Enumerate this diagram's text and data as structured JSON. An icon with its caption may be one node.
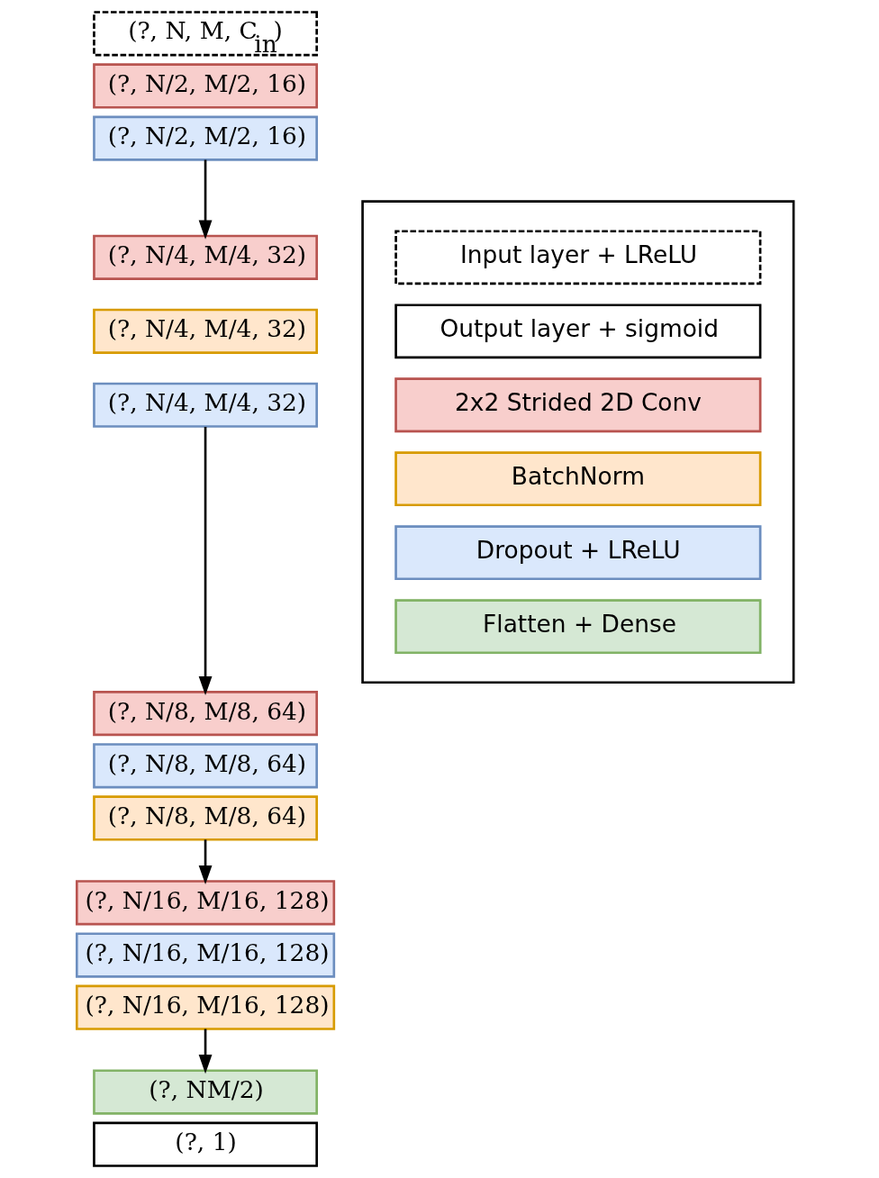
{
  "diagram": {
    "nodes": [
      {
        "text": [
          "(?, N, M, C$_{in}$)"
        ]
      },
      {
        "text": [
          "(?, N/2, M/2, 16)"
        ]
      },
      {
        "text": [
          "(?, N/2, M/2, 16)"
        ]
      },
      {
        "text": [
          "(?, N/4, M/4, 32)"
        ]
      },
      {
        "text": [
          "(?, N/4, M/4, 32)"
        ]
      },
      {
        "text": [
          "(?, N/4, M/4, 32)"
        ]
      },
      {
        "text": [
          "(?, N/8, M/8, 64)"
        ]
      },
      {
        "text": [
          "(?, N/8, M/8, 64)"
        ]
      },
      {
        "text": [
          "(?, N/8, M/8, 64)"
        ]
      },
      {
        "text": [
          "(?, N/16, M/16, 128)"
        ]
      },
      {
        "text": [
          "(?, N/16, M/16, 128)"
        ]
      },
      {
        "text": [
          "(?, N/16, M/16, 128)"
        ]
      },
      {
        "text": [
          "(?, NM/2)"
        ]
      },
      {
        "text": [
          "(?, 1)"
        ]
      },
      {
        "text": [],
        "shape": "box"
      }
    ],
    "edges": [
      {
        "from": 2,
        "to": 3,
        "arrow": "to"
      },
      {
        "from": 5,
        "to": 6,
        "arrow": "to"
      },
      {
        "from": 8,
        "to": 9,
        "arrow": "to"
      },
      {
        "from": 11,
        "to": 12,
        "arrow": "to"
      }
    ],
    "legend": [
      {
        "text": "Input layer + LReLU"
      },
      {
        "text": "Output layer + sigmoid"
      },
      {
        "text": "2x2 Strided 2D Conv",
        "color": "#f8cecc"
      },
      {
        "text": "BatchNorm",
        "color": "#ffe6cc"
      },
      {
        "text": "Dropout + LReLU",
        "color": "#dae8fc"
      },
      {
        "text": "Flatten + Dense",
        "color": "#d5e8d4"
      }
    ]
  }
}
